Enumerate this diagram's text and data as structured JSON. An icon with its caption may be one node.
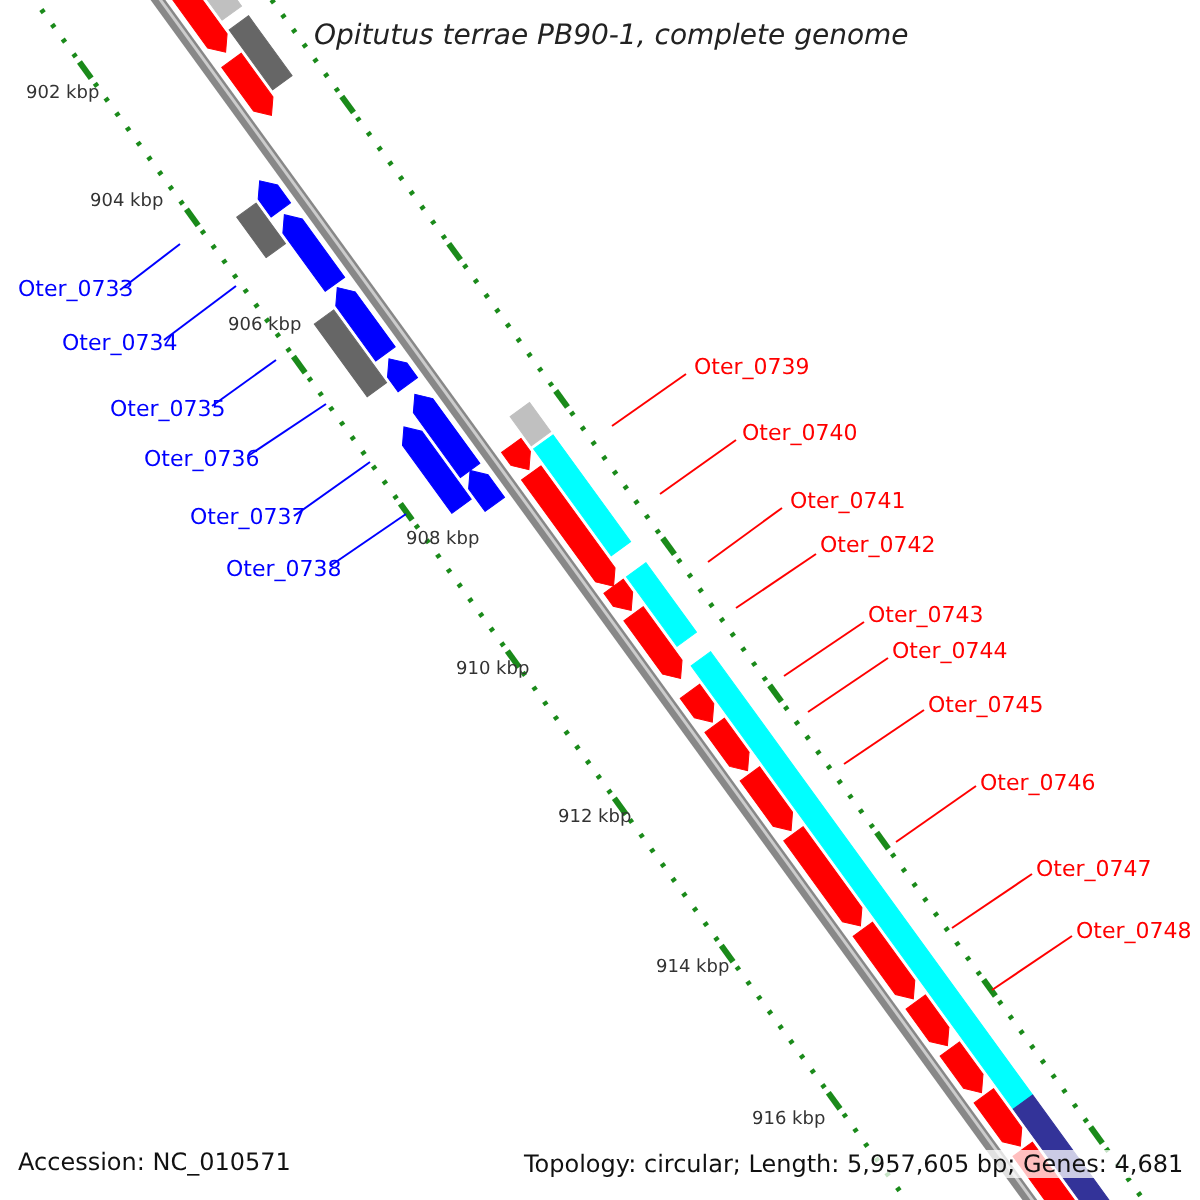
{
  "diagram": {
    "title": "Opitutus terrae PB90-1, complete genome",
    "nodes": [
      {
        "text": [
          "Oter_0733"
        ]
      },
      {
        "text": [
          "Oter_0734"
        ]
      },
      {
        "text": [
          "Oter_0735"
        ]
      },
      {
        "text": [
          "Oter_0736"
        ]
      },
      {
        "text": [
          "Oter_0737"
        ]
      },
      {
        "text": [
          "Oter_0738"
        ]
      },
      {
        "text": [
          "Oter_0739"
        ]
      },
      {
        "text": [
          "Oter_0740"
        ]
      },
      {
        "text": [
          "Oter_0741"
        ]
      },
      {
        "text": [
          "Oter_0742"
        ]
      },
      {
        "text": [
          "Oter_0743"
        ]
      },
      {
        "text": [
          "Oter_0744"
        ]
      },
      {
        "text": [
          "Oter_0745"
        ]
      },
      {
        "text": [
          "Oter_0746"
        ]
      },
      {
        "text": [
          "Oter_0747"
        ]
      },
      {
        "text": [
          "Oter_0748"
        ]
      }
    ],
    "edges": [
      {
        "from": 0,
        "to": null,
        "arrow": "none",
        "color": "#0000ff"
      },
      {
        "from": 1,
        "to": null,
        "arrow": "none",
        "color": "#0000ff"
      },
      {
        "from": 2,
        "to": null,
        "arrow": "none",
        "color": "#0000ff"
      },
      {
        "from": 3,
        "to": null,
        "arrow": "none",
        "color": "#0000ff"
      },
      {
        "from": 4,
        "to": null,
        "arrow": "none",
        "color": "#0000ff"
      },
      {
        "from": 5,
        "to": null,
        "arrow": "none",
        "color": "#0000ff"
      },
      {
        "from": 6,
        "to": null,
        "arrow": "none"
      },
      {
        "from": 7,
        "to": null,
        "arrow": "none"
      },
      {
        "from": 8,
        "to": null,
        "arrow": "none"
      },
      {
        "from": 9,
        "to": null,
        "arrow": "none"
      },
      {
        "from": 10,
        "to": null,
        "arrow": "none"
      },
      {
        "from": 11,
        "to": null,
        "arrow": "none"
      },
      {
        "from": 12,
        "to": null,
        "arrow": "none"
      },
      {
        "from": 13,
        "to": null,
        "arrow": "none"
      },
      {
        "from": 14,
        "to": null,
        "arrow": "none"
      },
      {
        "from": 15,
        "to": null,
        "arrow": "none"
      }
    ],
    "labels": [
      "902 kbp",
      "904 kbp",
      "906 kbp",
      "908 kbp",
      "910 kbp",
      "912 kbp",
      "914 kbp",
      "916 kbp",
      "Accession: NC_010571",
      "Topology: circular; Length: 5,957,605 bp; Genes: 4,681"
    ]
  }
}
